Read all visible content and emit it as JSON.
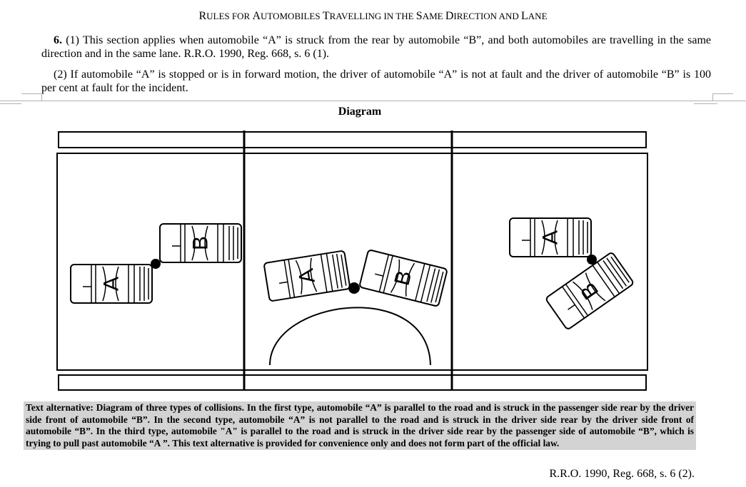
{
  "heading": {
    "first_letter": "R",
    "w1": "ULES FOR ",
    "a": "A",
    "w2": "UTOMOBILES ",
    "t": "T",
    "w3": "RAVELLING IN THE ",
    "s": "S",
    "w4": "AME ",
    "d": "D",
    "w5": "IRECTION AND ",
    "l": "L",
    "w6": "ANE"
  },
  "section": {
    "number": "6.",
    "subsection1": "(1)  This section applies when automobile “A” is struck from the rear by automobile “B”, and both automobiles are travelling in the same direction and in the same lane.  R.R.O. 1990, Reg. 668, s. 6 (1).",
    "subsection2": "(2)  If automobile “A” is stopped or is in forward motion, the driver of automobile “A” is not at fault and the driver of automobile “B” is 100 per cent at fault for the incident."
  },
  "diagram": {
    "title": "Diagram",
    "car_labels": [
      "A",
      "B",
      "A",
      "B",
      "A",
      "B"
    ]
  },
  "text_alternative": "Text alternative: Diagram of three types of collisions. In the first type, automobile “A” is parallel to the road and is struck in the passenger side rear by the driver side front of automobile “B”. In the second type, automobile “A” is not parallel to the road and is struck in the driver side rear by the driver side front of automobile “B”. In the third type, automobile \"A\" is parallel to the road and is struck in the driver side rear by the passenger side of automobile “B”, which is trying to pull past automobile “A ”. This text alternative is provided for convenience only and does not form part of the official law.",
  "citation": "R.R.O. 1990, Reg. 668, s. 6 (2)."
}
